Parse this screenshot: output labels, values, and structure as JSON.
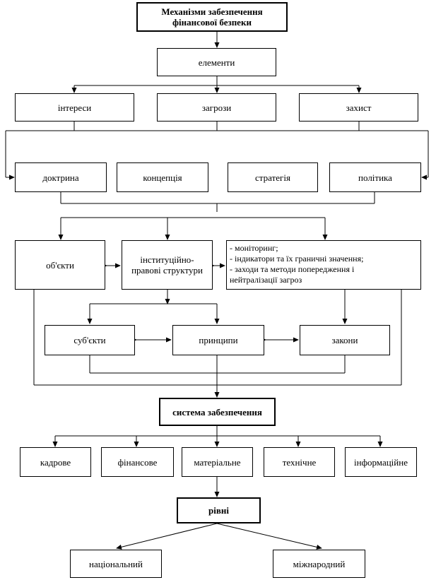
{
  "title_lines": [
    "Механізми забезпечення",
    "фінансової безпеки"
  ],
  "elements": "елементи",
  "row1": [
    "інтереси",
    "загрози",
    "захист"
  ],
  "row2": [
    "доктрина",
    "концепція",
    "стратегія",
    "політика"
  ],
  "objects": "об'єкти",
  "institutions_lines": [
    "інституційно-",
    "правові структури"
  ],
  "measures": [
    "- моніторинг;",
    "- індикатори та їх граничні значення;",
    "- заходи та методи попередження і",
    "нейтралізації загроз"
  ],
  "row4": [
    "суб'єкти",
    "принципи",
    "закони"
  ],
  "system": "система забезпечення",
  "support_types": [
    "кадрове",
    "фінансове",
    "матеріальне",
    "технічне",
    "інформаційне"
  ],
  "levels": "рівні",
  "level_types": [
    "національний",
    "міжнародний"
  ]
}
